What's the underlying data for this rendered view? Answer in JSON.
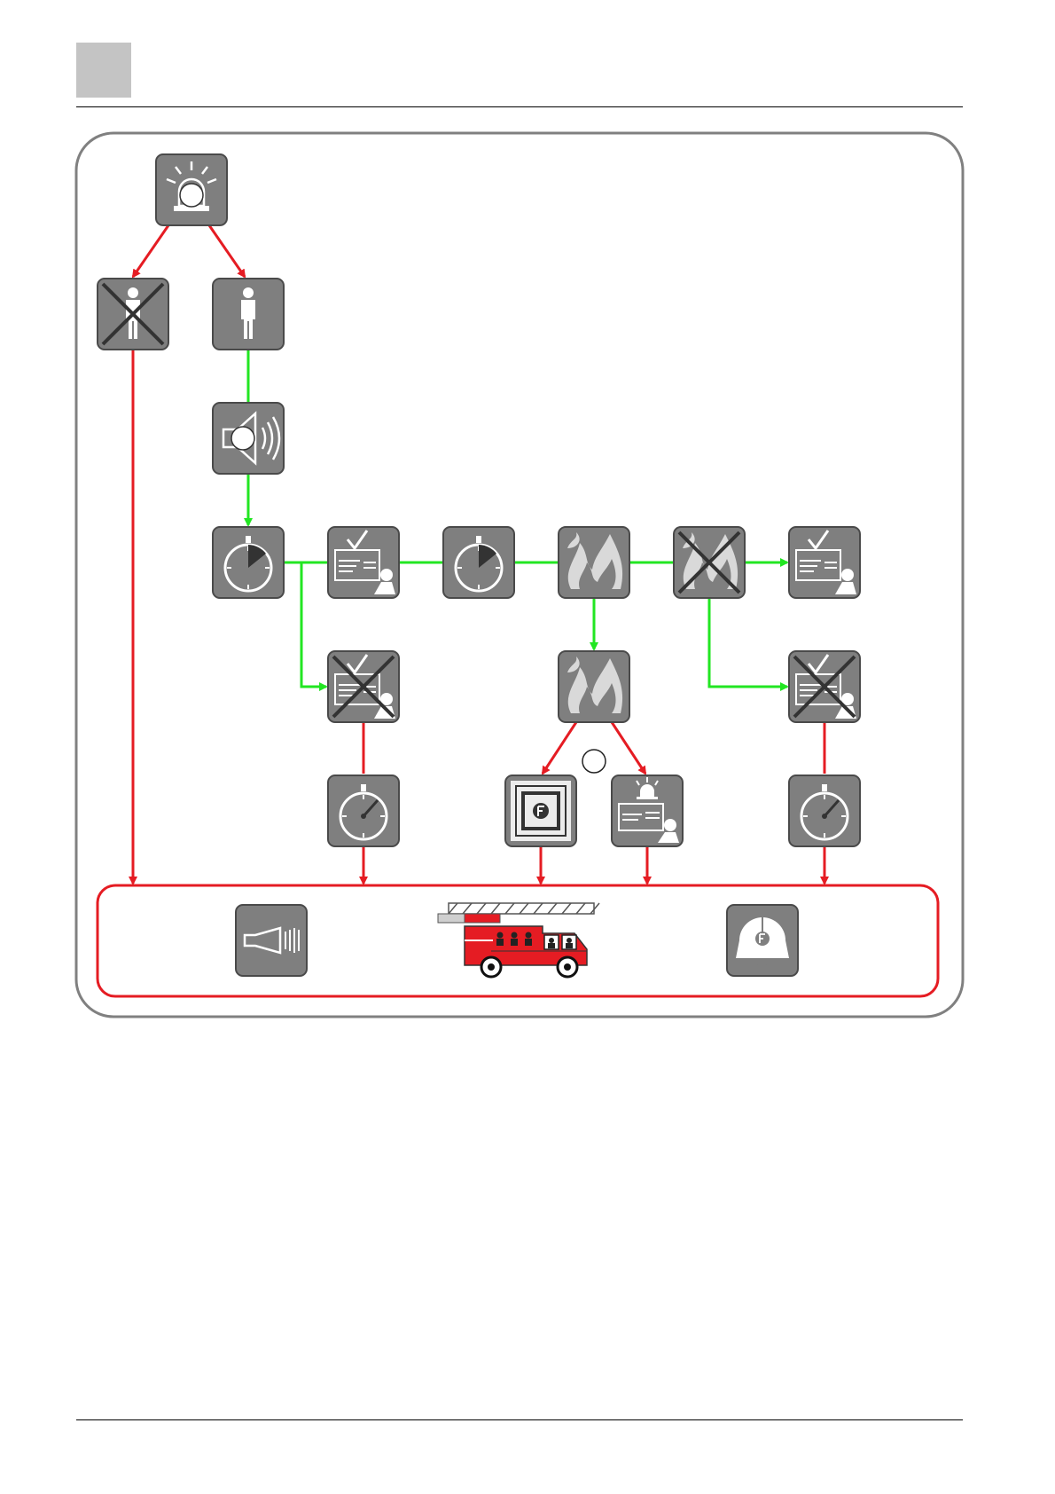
{
  "colors": {
    "header_square": "#c4c4c4",
    "tile_fill": "#7f7f7f",
    "tile_border": "#4a4a4a",
    "panel_border": "#808080",
    "flow_yes": "#22e622",
    "flow_no": "#e51c23",
    "truck_body": "#e51c23",
    "cross_stroke": "#333333"
  },
  "diagram": {
    "nodes": [
      {
        "id": "alarm",
        "icon": "alarm-beacon-icon",
        "marker": true
      },
      {
        "id": "operator-absent",
        "icon": "person-crossed-icon"
      },
      {
        "id": "operator-present",
        "icon": "person-icon"
      },
      {
        "id": "acoustic-signal",
        "icon": "speaker-icon",
        "marker": true
      },
      {
        "id": "timer-t1",
        "icon": "stopwatch-t1-icon"
      },
      {
        "id": "acknowledge",
        "icon": "panel-acknowledge-icon"
      },
      {
        "id": "timer-t2",
        "icon": "stopwatch-t2-icon"
      },
      {
        "id": "fire-check",
        "icon": "fire-icon"
      },
      {
        "id": "no-fire",
        "icon": "fire-crossed-icon"
      },
      {
        "id": "reset-ok",
        "icon": "panel-acknowledge-icon"
      },
      {
        "id": "not-acknowledged",
        "icon": "panel-crossed-icon"
      },
      {
        "id": "fire-confirmed",
        "icon": "fire-icon",
        "marker": true
      },
      {
        "id": "reset-failed",
        "icon": "panel-crossed-icon"
      },
      {
        "id": "timeout-left",
        "icon": "stopwatch-elapsed-icon"
      },
      {
        "id": "manual-call-point",
        "icon": "manual-call-point-icon"
      },
      {
        "id": "panel-alarm",
        "icon": "panel-alarm-icon"
      },
      {
        "id": "timeout-right",
        "icon": "stopwatch-elapsed-icon"
      },
      {
        "id": "horn",
        "icon": "horn-icon"
      },
      {
        "id": "fire-truck",
        "icon": "fire-truck-icon"
      },
      {
        "id": "fire-brigade",
        "icon": "fire-helmet-icon"
      }
    ]
  }
}
